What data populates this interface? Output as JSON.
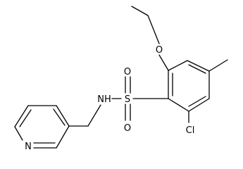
{
  "diagram": {
    "type": "chemical-structure",
    "background_color": "#ffffff",
    "line_color": "#000000",
    "atoms": {
      "ring_o": "O",
      "sulfonyl_o_top": "O",
      "sulfonyl_o_bottom": "O",
      "sulfur": "S",
      "nh": "NH",
      "chlorine": "Cl",
      "pyridine_n": "N"
    }
  }
}
